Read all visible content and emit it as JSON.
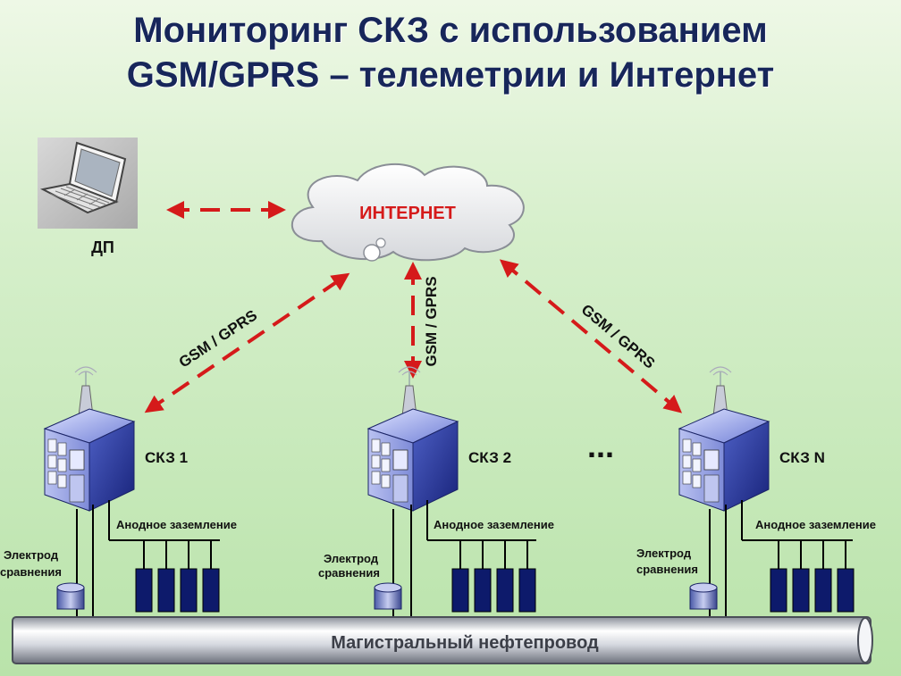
{
  "title_line1": "Мониторинг СКЗ с использованием",
  "title_line2": "GSM/GPRS – телеметрии и Интернет",
  "dp_label": "ДП",
  "internet_label": "ИНТЕРНЕТ",
  "link_label": "GSM / GPRS",
  "ellipsis": "...",
  "stations": [
    {
      "name": "СКЗ 1",
      "anode_label": "Анодное заземление",
      "electrode_label_1": "Электрод",
      "electrode_label_2": "сравнения"
    },
    {
      "name": "СКЗ 2",
      "anode_label": "Анодное заземление",
      "electrode_label_1": "Электрод",
      "electrode_label_2": "сравнения"
    },
    {
      "name": "СКЗ N",
      "anode_label": "Анодное заземление",
      "electrode_label_1": "Электрод",
      "electrode_label_2": "сравнения"
    }
  ],
  "pipeline_label": "Магистральный нефтепровод",
  "colors": {
    "title": "#17265a",
    "arrow": "#d51a1a",
    "cube": "#2c3b96",
    "anode": "#0d1a6b"
  }
}
